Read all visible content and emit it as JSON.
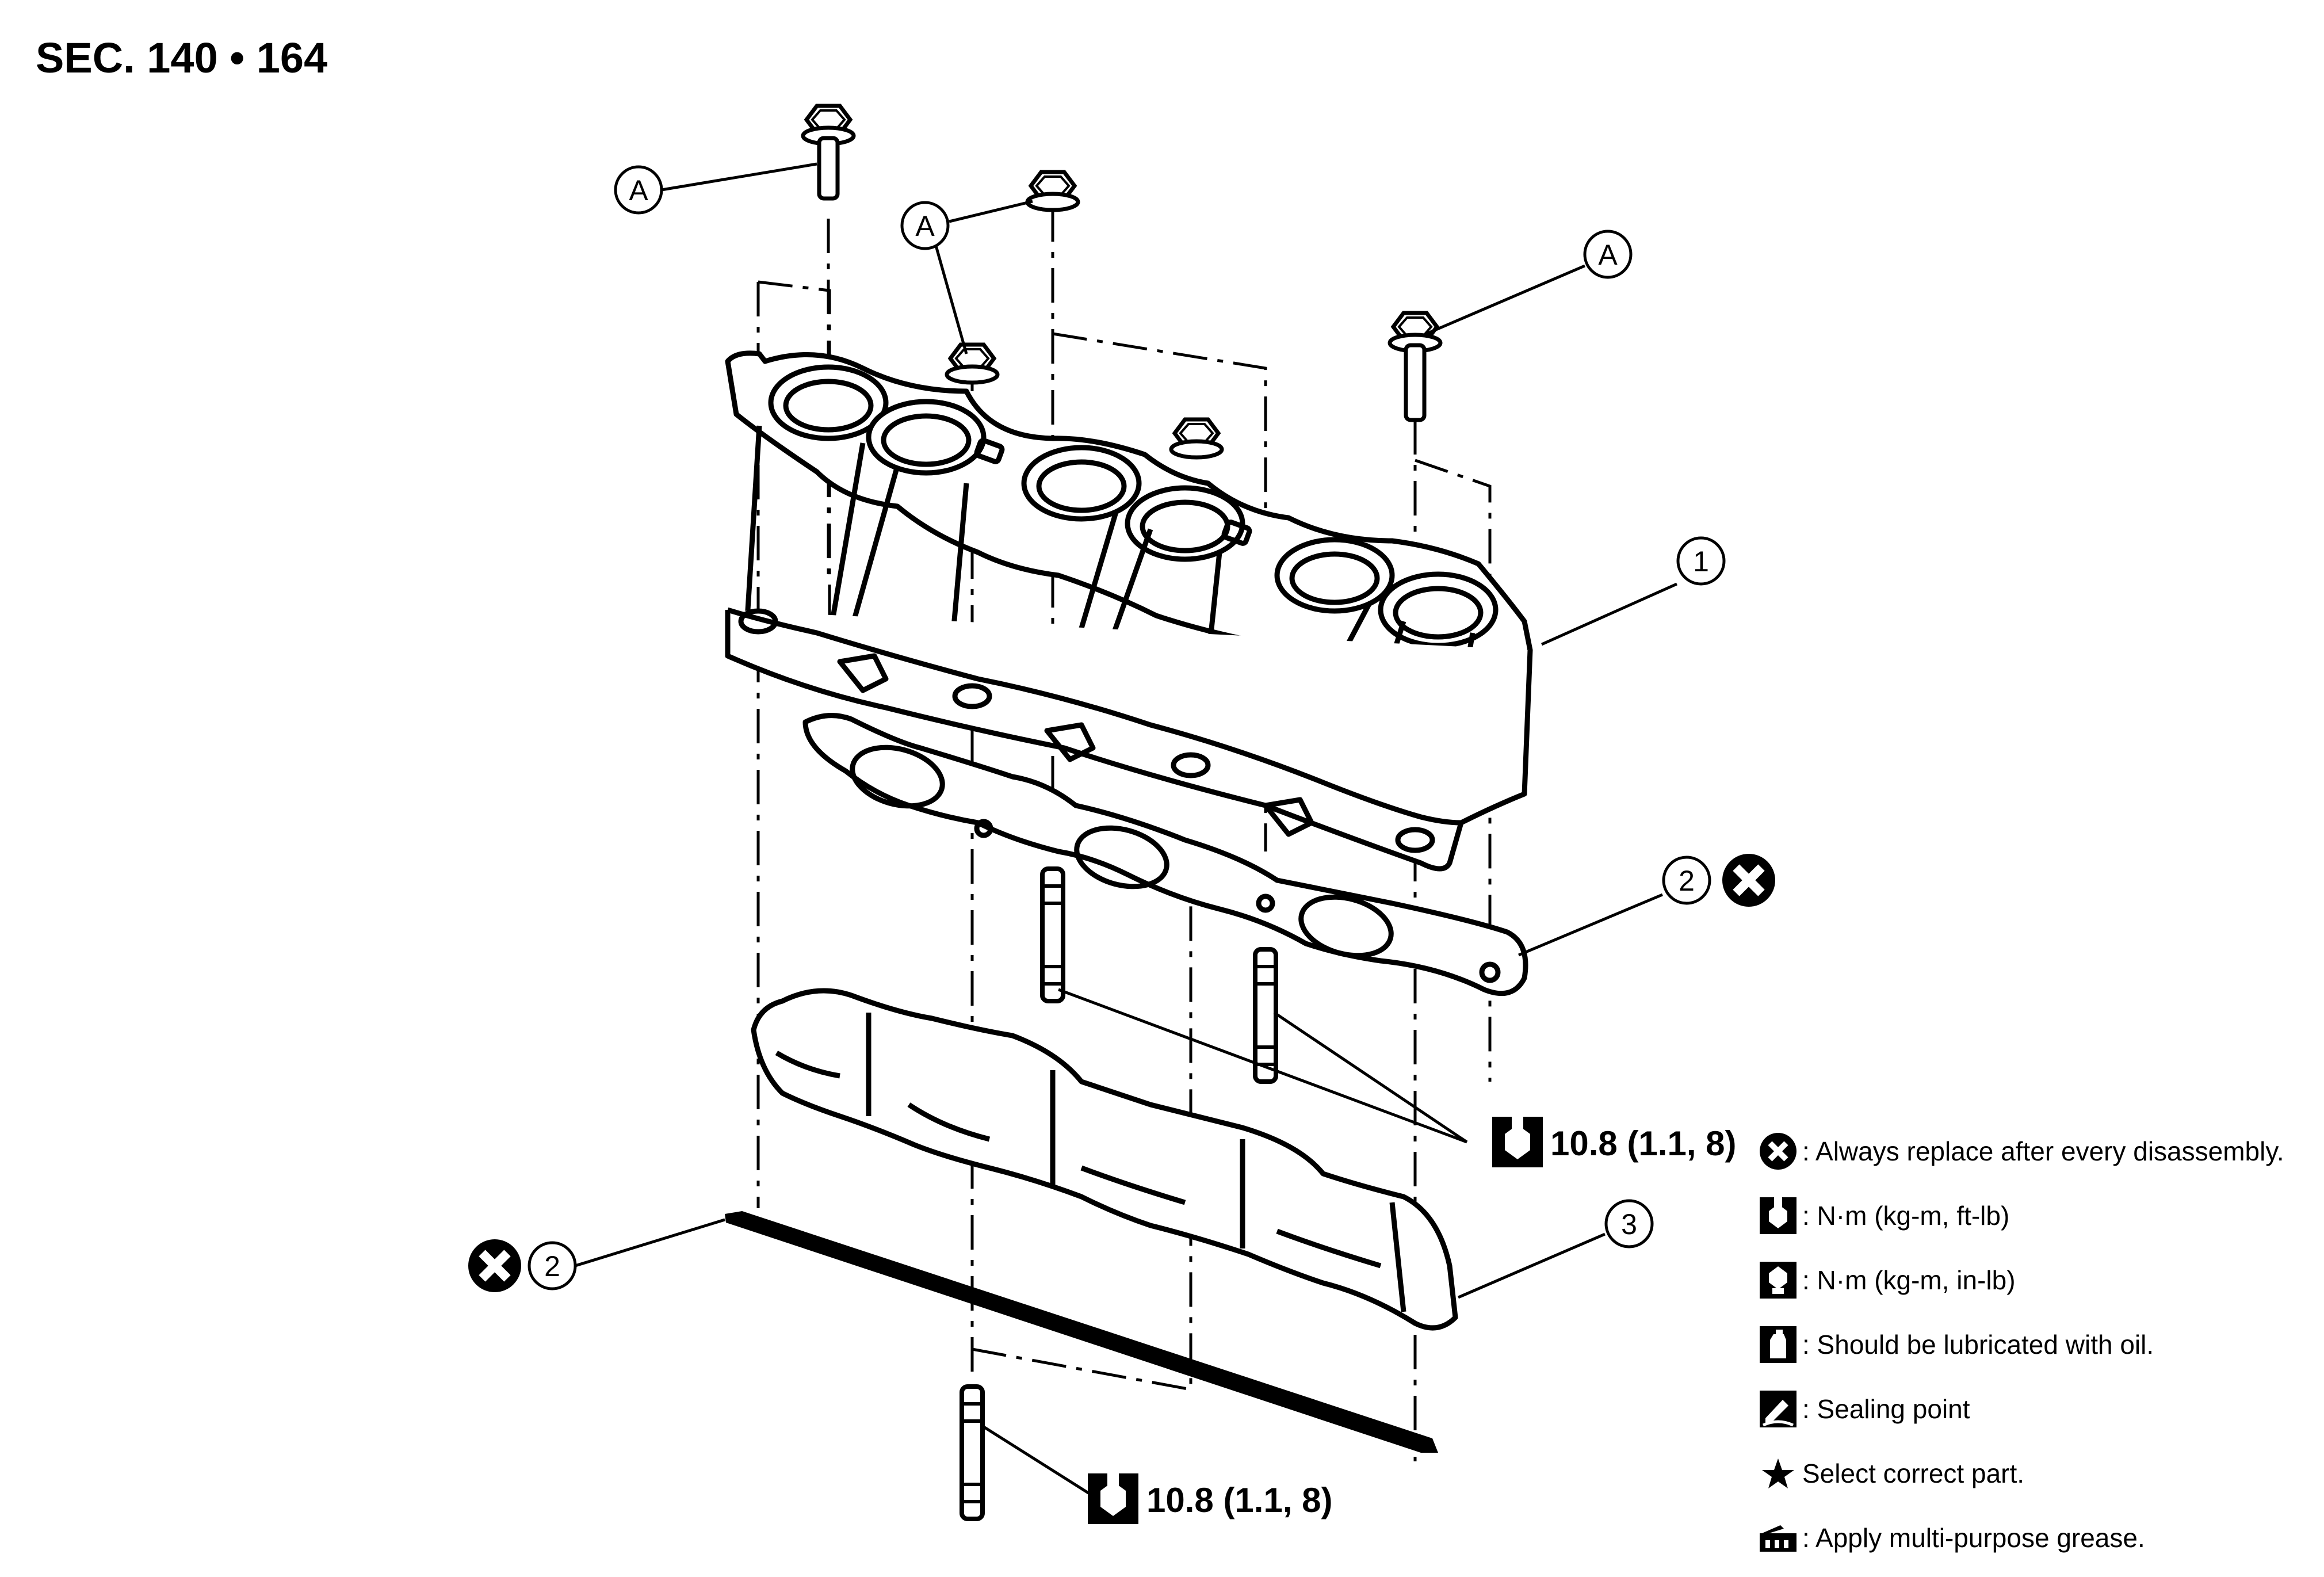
{
  "section": {
    "title": "SEC. 140 • 164"
  },
  "callouts": {
    "a_label": "A",
    "part_1": "1",
    "part_2": "2",
    "part_3": "3"
  },
  "torques": {
    "upper": "10.8 (1.1, 8)",
    "lower": "10.8 (1.1, 8)"
  },
  "legend": {
    "items": [
      {
        "icon": "replace-icon",
        "text": ": Always replace after every disassembly."
      },
      {
        "icon": "torque-ft-lb-icon",
        "text": ": N·m (kg-m, ft-lb)"
      },
      {
        "icon": "torque-in-lb-icon",
        "text": ": N·m (kg-m, in-lb)"
      },
      {
        "icon": "oil-can-icon",
        "text": ": Should be lubricated with oil."
      },
      {
        "icon": "sealing-point-icon",
        "text": ": Sealing point"
      },
      {
        "icon": "star-icon",
        "text": "Select correct part."
      },
      {
        "icon": "grease-icon",
        "text": ": Apply multi-purpose grease."
      }
    ]
  }
}
